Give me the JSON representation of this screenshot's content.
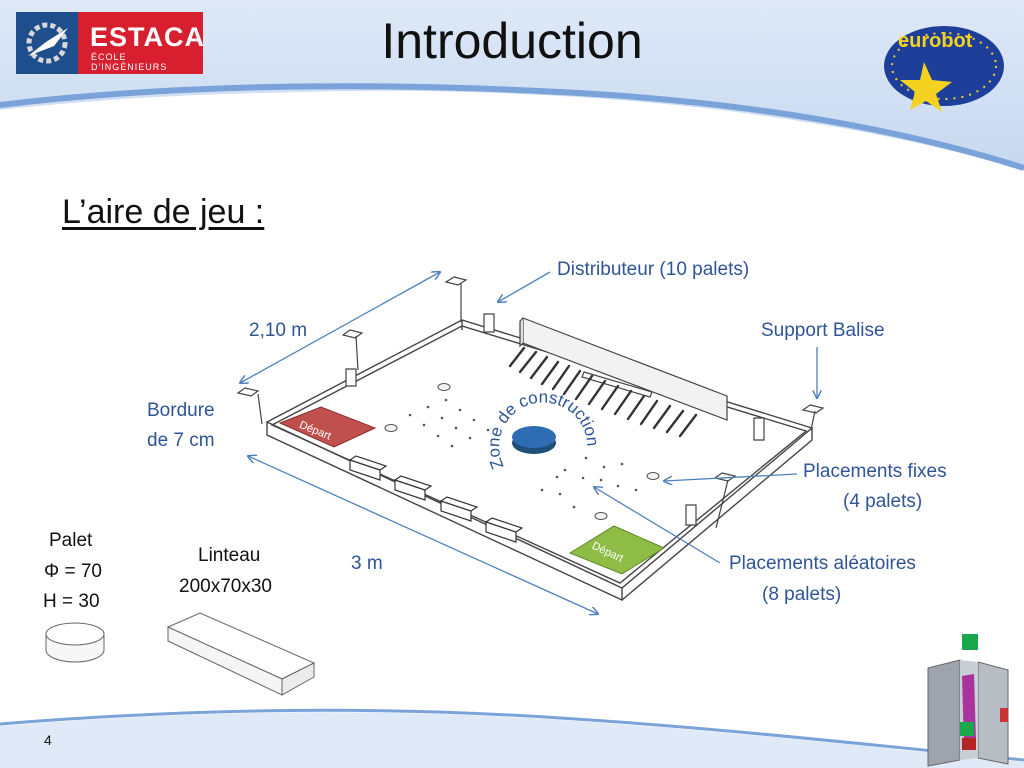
{
  "slide": {
    "title": "Introduction",
    "subtitle": "L’aire de jeu :",
    "page_number": "4"
  },
  "logos": {
    "estaca_name": "ESTACA",
    "estaca_sub": "ÉCOLE D'INGÉNIEURS",
    "eurobot_name": "eurobot"
  },
  "labels": {
    "distributeur": "Distributeur (10 palets)",
    "support_balise": "Support Balise",
    "width": "2,10 m",
    "bordure_line1": "Bordure",
    "bordure_line2": "de 7 cm",
    "zone": "Zone de construction",
    "placements_fixes_line1": "Placements fixes",
    "placements_fixes_line2": "(4 palets)",
    "placements_aleatoires_line1": "Placements aléatoires",
    "placements_aleatoires_line2": "(8 palets)",
    "length": "3 m",
    "depart_red": "Départ",
    "depart_green": "Départ"
  },
  "parts": {
    "palet_title": "Palet",
    "palet_phi": "Φ = 70",
    "palet_h": "H = 30",
    "linteau_title": "Linteau",
    "linteau_dims": "200x70x30"
  },
  "colors": {
    "label_blue": "#2f5597",
    "depart_red": "#c0504d",
    "depart_green": "#8fbc45",
    "header_blue": "#a9c4ea",
    "estaca_red": "#d71f2f"
  }
}
